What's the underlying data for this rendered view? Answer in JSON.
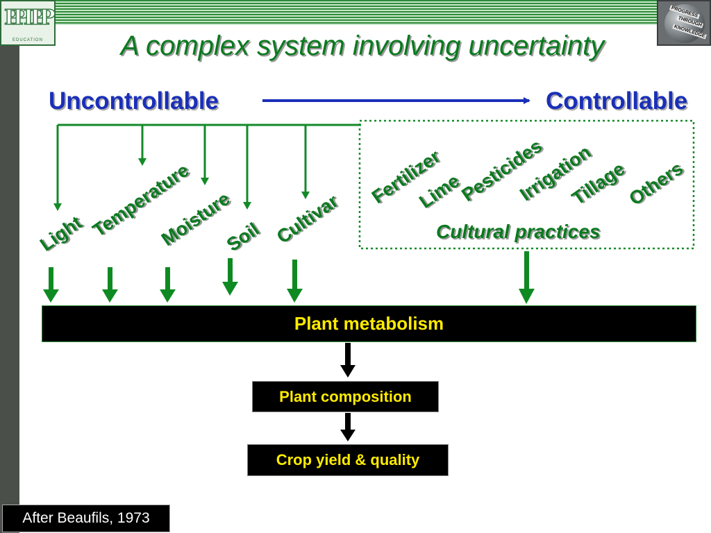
{
  "header": {
    "title": "A complex system involving uncertainty",
    "left_logo": {
      "letters": [
        "P",
        "P",
        "I",
        "P",
        "P",
        "I",
        "C"
      ],
      "subtitle": "EDUCATION",
      "icon": "ppi-ppic-logo"
    },
    "right_logo": {
      "words": [
        "PROGRESS",
        "THROUGH",
        "KNOWLEDGE"
      ],
      "icon": "progress-through-knowledge-logo"
    }
  },
  "scale": {
    "left_label": "Uncontrollable",
    "right_label": "Controllable"
  },
  "uncontrollable_factors": [
    "Light",
    "Temperature",
    "Moisture",
    "Soil",
    "Cultivar"
  ],
  "cultural_practices": {
    "items": [
      "Fertilizer",
      "Lime",
      "Pesticides",
      "Irrigation",
      "Tillage",
      "Others"
    ],
    "label": "Cultural practices"
  },
  "flow": {
    "metabolism": "Plant metabolism",
    "composition": "Plant composition",
    "yield": "Crop yield & quality"
  },
  "citation": "After Beaufils, 1973",
  "colors": {
    "green": "#0a7a1e",
    "blue": "#1a2fb8",
    "box_bg": "#000000",
    "box_text": "#ffeb00",
    "sidebar": "#4a4f4a"
  }
}
